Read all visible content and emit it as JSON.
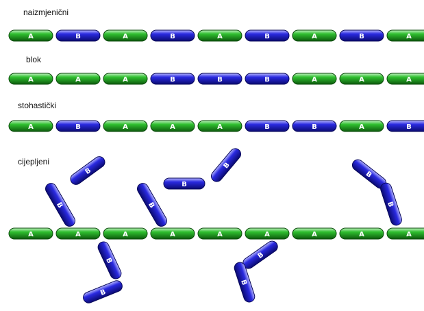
{
  "labels": {
    "alternating": "naizmjenični",
    "block": "blok",
    "random": "stohastički",
    "graft": "cijepljeni"
  },
  "rows": {
    "alternating": [
      "A",
      "B",
      "A",
      "B",
      "A",
      "B",
      "A",
      "B",
      "A"
    ],
    "block": [
      "A",
      "A",
      "A",
      "B",
      "B",
      "B",
      "A",
      "A",
      "A"
    ],
    "random": [
      "A",
      "B",
      "A",
      "A",
      "A",
      "B",
      "B",
      "A",
      "B"
    ],
    "graft_backbone": [
      "A",
      "A",
      "A",
      "A",
      "A",
      "A",
      "A",
      "A",
      "A"
    ]
  },
  "graft_letter": "B",
  "colors": {
    "A": "#1f8f1f",
    "B": "#1a1ac8",
    "text": "#111111"
  }
}
